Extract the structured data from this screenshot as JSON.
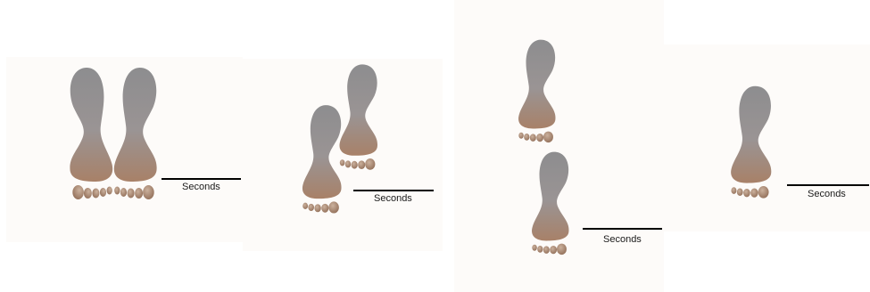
{
  "labels": {
    "panel1": "Seconds",
    "panel2": "Seconds",
    "panel3": "Seconds",
    "panel4": "Seconds"
  },
  "colors": {
    "sole_top": "#8f8f91",
    "sole_heel": "#a48066",
    "toe": "#a8866c",
    "line": "#000000",
    "panel": "#fdfbf9"
  },
  "icons": [
    "footprint-icon",
    "toe-print-icon"
  ]
}
